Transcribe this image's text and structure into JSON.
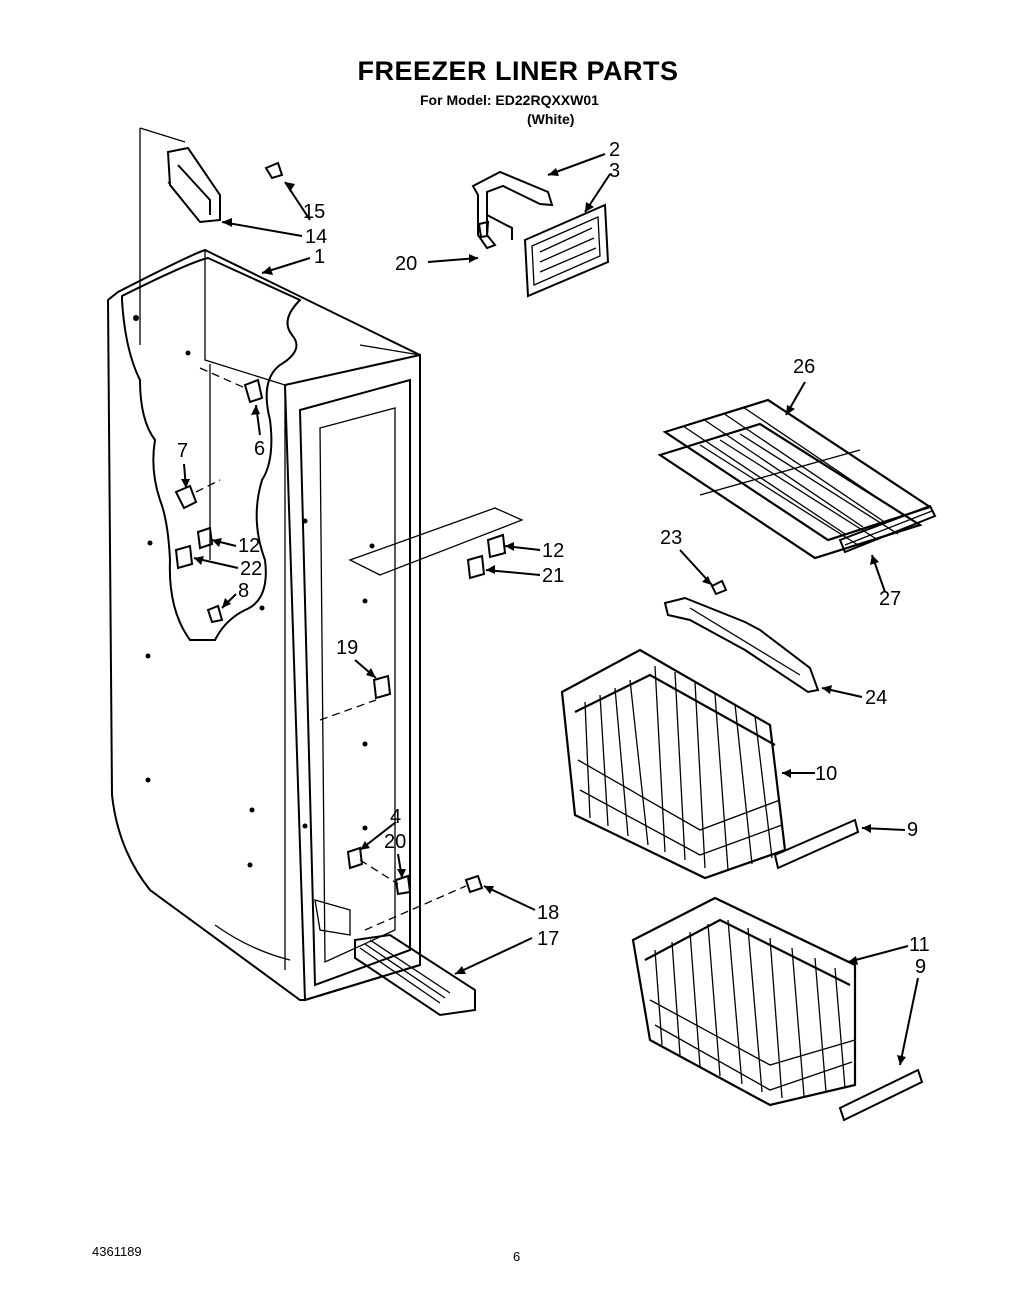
{
  "header": {
    "title": "FREEZER LINER PARTS",
    "model_line": "For Model: ED22RQXXW01",
    "color_line": "(White)"
  },
  "footer": {
    "doc_number": "4361189",
    "page_number": "6"
  },
  "callouts": {
    "c1": "1",
    "c2": "2",
    "c3": "3",
    "c4": "4",
    "c6": "6",
    "c7": "7",
    "c8": "8",
    "c9a": "9",
    "c9b": "9",
    "c10": "10",
    "c11": "11",
    "c12a": "12",
    "c12b": "12",
    "c14": "14",
    "c15": "15",
    "c17": "17",
    "c18": "18",
    "c19": "19",
    "c20a": "20",
    "c20b": "20",
    "c21": "21",
    "c22": "22",
    "c23": "23",
    "c24": "24",
    "c26": "26",
    "c27": "27"
  }
}
